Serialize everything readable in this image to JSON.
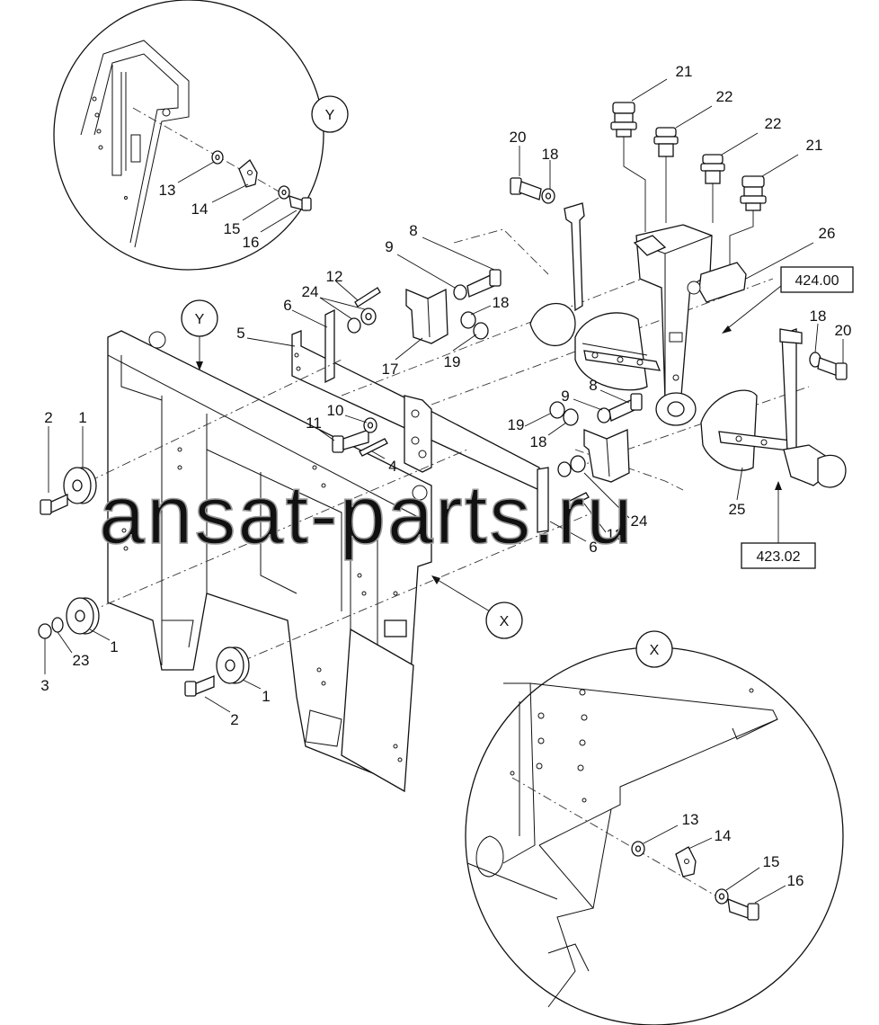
{
  "detail_labels": {
    "y_main": "Y",
    "y_detail": "Y",
    "x_main": "X",
    "x_detail": "X"
  },
  "reference_boxes": {
    "ref_424": "424.00",
    "ref_423": "423.02"
  },
  "watermark": "ansat-parts.ru",
  "part_numbers": {
    "y13": "13",
    "y14": "14",
    "y15": "15",
    "y16": "16",
    "p21a": "21",
    "p22a": "22",
    "p22b": "22",
    "p21b": "21",
    "p20a": "20",
    "p18a": "18",
    "p8a": "8",
    "p9a": "9",
    "p12a": "12",
    "p24a": "24",
    "p18b": "18",
    "p6a": "6",
    "p5": "5",
    "p17": "17",
    "p19a": "19",
    "p26": "26",
    "p18c": "18",
    "p20b": "20",
    "p11": "11",
    "p10": "10",
    "p4": "4",
    "p8b": "8",
    "p9b": "9",
    "p19b": "19",
    "p18d": "18",
    "p2a": "2",
    "p1a": "1",
    "p24b": "24",
    "p12b": "12",
    "p6b": "6",
    "p25": "25",
    "p1b": "1",
    "p23": "23",
    "p3": "3",
    "p1c": "1",
    "p2b": "2",
    "x13": "13",
    "x14": "14",
    "x15": "15",
    "x16": "16"
  }
}
